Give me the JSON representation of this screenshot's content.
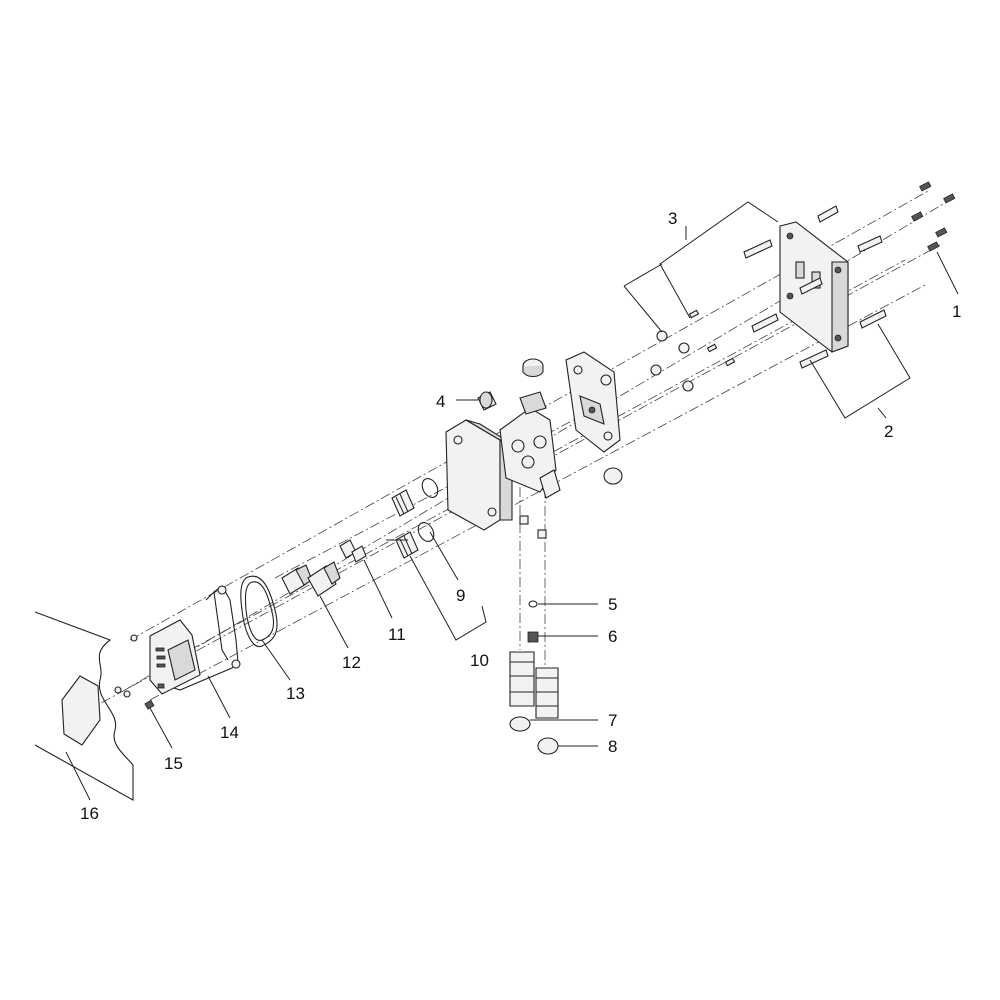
{
  "diagram": {
    "kind": "exploded-parts-view",
    "callouts": [
      {
        "id": "c1",
        "label": "1"
      },
      {
        "id": "c2",
        "label": "2"
      },
      {
        "id": "c3",
        "label": "3"
      },
      {
        "id": "c4",
        "label": "4"
      },
      {
        "id": "c5",
        "label": "5"
      },
      {
        "id": "c6",
        "label": "6"
      },
      {
        "id": "c7",
        "label": "7"
      },
      {
        "id": "c8",
        "label": "8"
      },
      {
        "id": "c9",
        "label": "9"
      },
      {
        "id": "c10",
        "label": "10"
      },
      {
        "id": "c11",
        "label": "11"
      },
      {
        "id": "c12",
        "label": "12"
      },
      {
        "id": "c13",
        "label": "13"
      },
      {
        "id": "c14",
        "label": "14"
      },
      {
        "id": "c15",
        "label": "15"
      },
      {
        "id": "c16",
        "label": "16"
      }
    ]
  }
}
